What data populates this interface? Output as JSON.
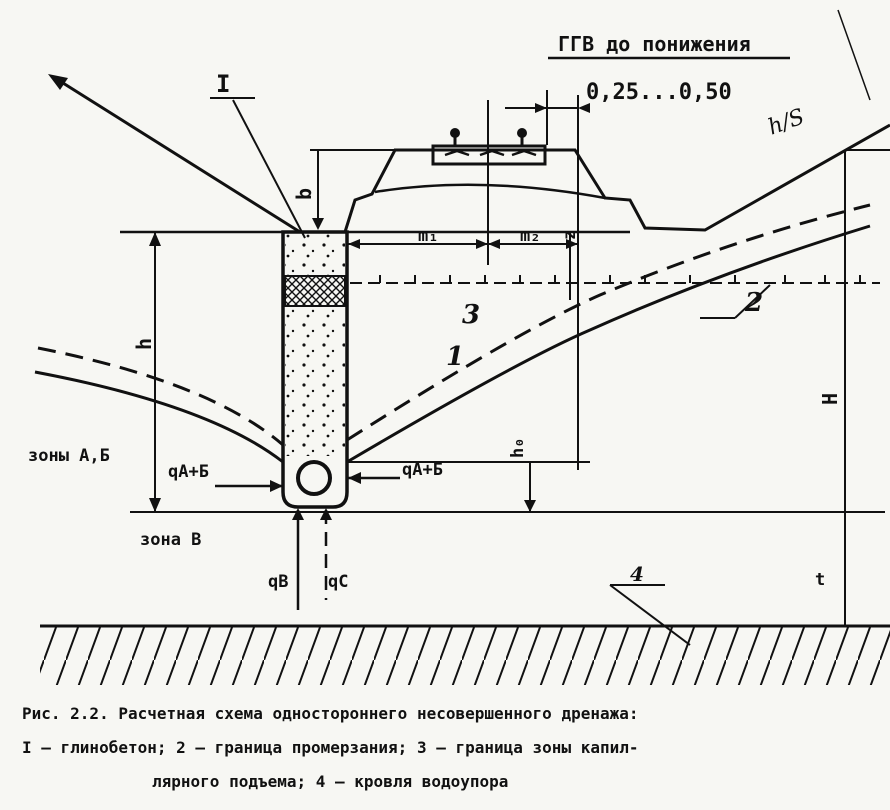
{
  "labels": {
    "gwl_before": "ГГВ до понижения",
    "range": "0,25...0,50",
    "item_I": "I",
    "b": "b",
    "m1": "m₁",
    "m2": "m₂",
    "z": "z",
    "h": "h",
    "h0": "h₀",
    "H": "H",
    "t": "t",
    "num_3": "3",
    "num_1": "1",
    "num_2": "2",
    "num_4": "4",
    "zones_ab": "зоны А,Б",
    "zone_v": "зона В",
    "q_ab_left": "qА+Б",
    "q_ab_right": "qА+Б",
    "q_b": "qВ",
    "q_c": "qС",
    "side_note": "h/S"
  },
  "caption": {
    "line1": "Рис. 2.2. Расчетная схема одностороннего несовершенного дренажа:",
    "line2": "I – глинобетон; 2 – граница промерзания; 3 – граница зоны капил-",
    "line3": "лярного подъема; 4 – кровля водоупора"
  },
  "colors": {
    "ink": "#111111",
    "paper": "#f7f7f3"
  }
}
